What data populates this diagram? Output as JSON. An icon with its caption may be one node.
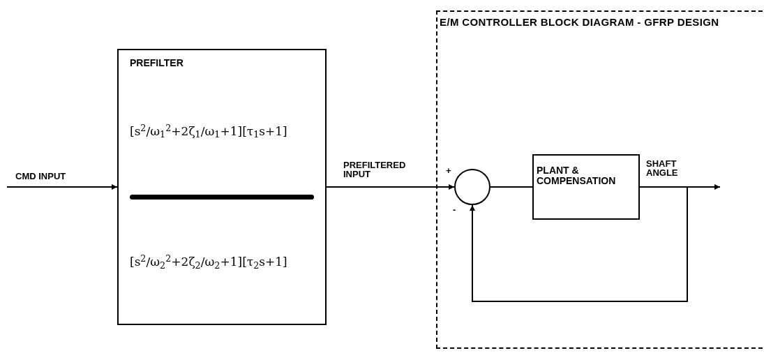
{
  "diagram": {
    "nodes": [
      {
        "text": [
          "PREFILTER",
          "[s$^{2}$/ω$_{1}$$^{2}$+2ζ$_{1}$/ω$_{1}$+1][τ$_{1}$s+1]",
          "[s$^{2}$/ω$_{2}$$^{2}$+2ζ$_{2}$/ω$_{2}$+1][τ$_{2}$s+1]"
        ]
      },
      {
        "text": [
          "E/M CONTROLLER BLOCK DIAGRAM - GFRP DESIGN"
        ]
      },
      {
        "text": [],
        "shape": "circle",
        "in": 1,
        "beside": [
          "+",
          "-"
        ]
      },
      {
        "text": [
          "PLANT & COMPENSATION"
        ],
        "in": 1
      }
    ],
    "edges": [
      {
        "from": null,
        "to": 0,
        "arrow": "to",
        "label": "CMD INPUT"
      },
      {
        "from": 0,
        "to": 2,
        "arrow": "to",
        "label": "PREFILTERED INPUT"
      },
      {
        "from": 2,
        "to": 3,
        "arrow": "none"
      },
      {
        "from": 3,
        "to": null,
        "arrow": "to",
        "label": "SHAFT ANGLE"
      },
      {
        "from": 3,
        "to": 2,
        "arrow": "to"
      }
    ]
  }
}
